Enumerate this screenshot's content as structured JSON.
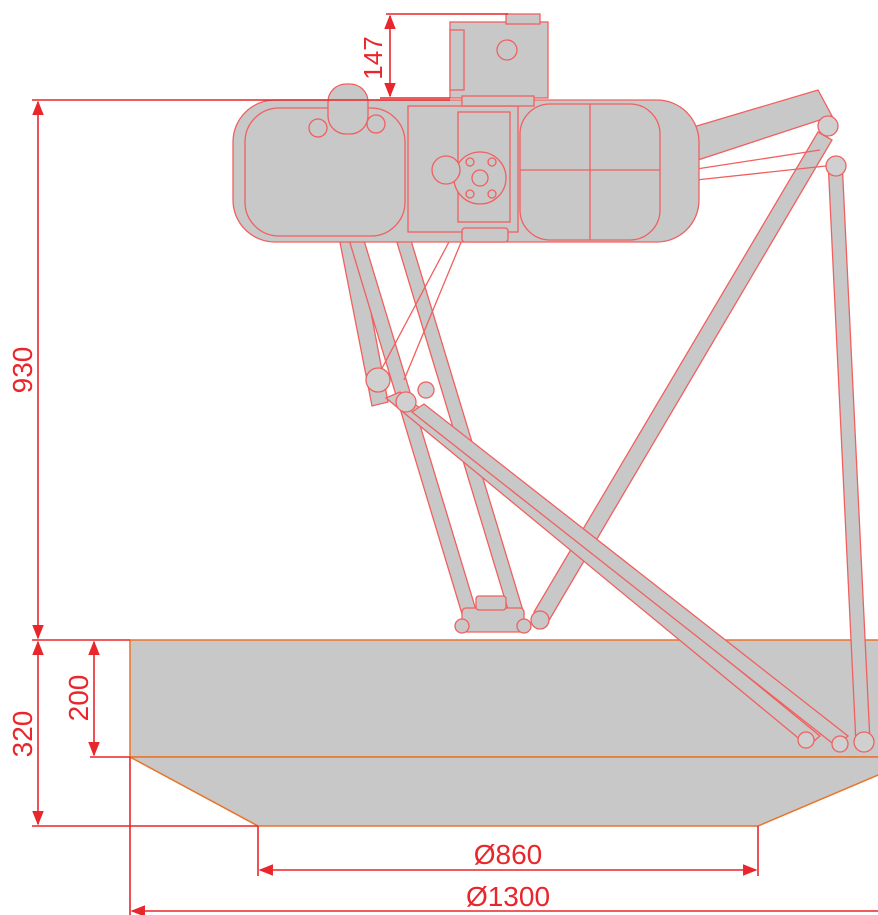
{
  "dimensions": {
    "top_offset": "147",
    "total_height": "930",
    "workspace_height": "320",
    "cylinder_height": "200",
    "bottom_diameter": "Ø860",
    "top_diameter": "Ø1300"
  },
  "colors": {
    "dimension_red": "#e8262b",
    "outline_red": "#f0605f",
    "body_gray": "#c8c8c8",
    "workspace_outline": "#e8742a",
    "background": "#ffffff"
  },
  "icons": {
    "arrow": "dimension-arrow-icon"
  }
}
